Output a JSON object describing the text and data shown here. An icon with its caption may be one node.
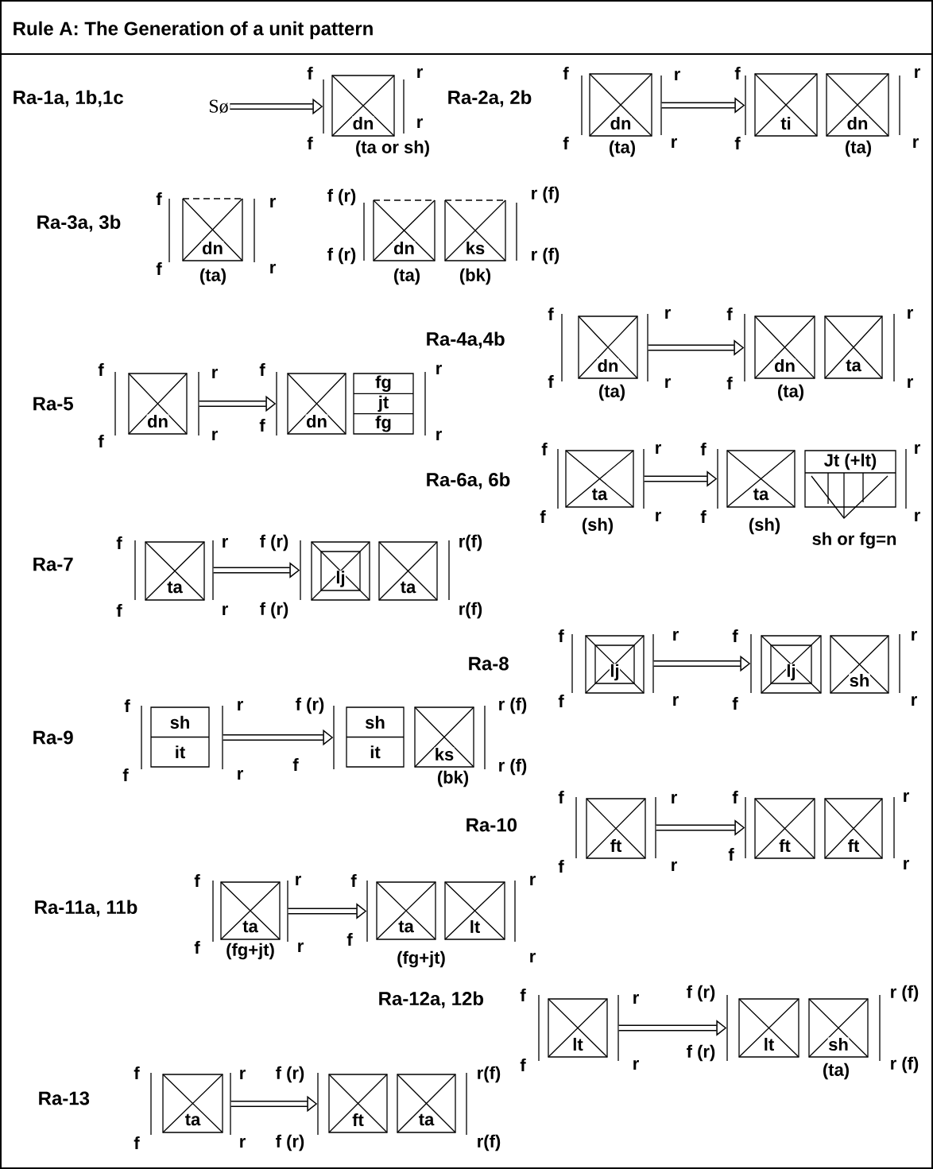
{
  "diagram": {
    "title": "Rule A: The Generation of a unit pattern",
    "nodes": [
      {
        "text": [
          "Sø"
        ]
      },
      {
        "text": [],
        "shape": "bracket",
        "beside": [
          "f",
          "f",
          "r",
          "r"
        ]
      },
      {
        "text": [
          "dn"
        ],
        "beside": [
          "(ta or sh)"
        ],
        "in": 1
      },
      {
        "text": [],
        "shape": "bracket",
        "beside": [
          "f",
          "f",
          "r",
          "r"
        ]
      },
      {
        "text": [
          "dn"
        ],
        "beside": [
          "(ta)"
        ],
        "in": 3
      },
      {
        "text": [],
        "shape": "bracket",
        "beside": [
          "f",
          "f",
          "r",
          "r"
        ]
      },
      {
        "text": [
          "ti"
        ],
        "in": 5
      },
      {
        "text": [
          "dn"
        ],
        "beside": [
          "(ta)"
        ],
        "in": 5
      },
      {
        "text": [],
        "shape": "bracket",
        "beside": [
          "f",
          "f",
          "r",
          "r"
        ]
      },
      {
        "text": [
          "dn"
        ],
        "beside": [
          "(ta)"
        ],
        "in": 8
      },
      {
        "text": [],
        "shape": "bracket",
        "beside": [
          "f (r)",
          "f (r)",
          "r (f)",
          "r (f)"
        ]
      },
      {
        "text": [
          "dn"
        ],
        "beside": [
          "(ta)"
        ],
        "in": 10
      },
      {
        "text": [
          "ks"
        ],
        "beside": [
          "(bk)"
        ],
        "in": 10
      },
      {
        "text": [],
        "shape": "bracket",
        "beside": [
          "f",
          "f",
          "r",
          "r"
        ]
      },
      {
        "text": [
          "dn"
        ],
        "beside": [
          "(ta)"
        ],
        "in": 13
      },
      {
        "text": [],
        "shape": "bracket",
        "beside": [
          "f",
          "f",
          "r",
          "r"
        ]
      },
      {
        "text": [
          "dn"
        ],
        "beside": [
          "(ta)"
        ],
        "in": 15
      },
      {
        "text": [
          "ta"
        ],
        "in": 15
      },
      {
        "text": [],
        "shape": "bracket",
        "beside": [
          "f",
          "f",
          "r",
          "r"
        ]
      },
      {
        "text": [
          "dn"
        ],
        "in": 18
      },
      {
        "text": [],
        "shape": "bracket",
        "beside": [
          "f",
          "f",
          "r",
          "r"
        ]
      },
      {
        "text": [
          "dn"
        ],
        "in": 20
      },
      {
        "text": [
          "fg",
          "jt",
          "fg"
        ],
        "in": 20
      },
      {
        "text": [],
        "shape": "bracket",
        "beside": [
          "f",
          "f",
          "r",
          "r"
        ]
      },
      {
        "text": [
          "ta"
        ],
        "beside": [
          "(sh)"
        ],
        "in": 23
      },
      {
        "text": [],
        "shape": "bracket",
        "beside": [
          "f",
          "f",
          "r",
          "r"
        ]
      },
      {
        "text": [
          "ta"
        ],
        "beside": [
          "(sh)"
        ],
        "in": 25
      },
      {
        "text": [
          "Jt (+lt)"
        ],
        "beside": [
          "sh or fg=n"
        ],
        "in": 25
      },
      {
        "text": [],
        "shape": "bracket",
        "beside": [
          "f",
          "f",
          "r",
          "r"
        ]
      },
      {
        "text": [
          "ta"
        ],
        "in": 28
      },
      {
        "text": [],
        "shape": "bracket",
        "beside": [
          "f (r)",
          "f (r)",
          "r(f)",
          "r(f)"
        ]
      },
      {
        "text": [
          "lj"
        ],
        "in": 30
      },
      {
        "text": [
          "ta"
        ],
        "in": 30
      },
      {
        "text": [],
        "shape": "bracket",
        "beside": [
          "f",
          "f",
          "r",
          "r"
        ]
      },
      {
        "text": [
          "lj"
        ],
        "in": 33
      },
      {
        "text": [],
        "shape": "bracket",
        "beside": [
          "f",
          "f",
          "r",
          "r"
        ]
      },
      {
        "text": [
          "lj"
        ],
        "in": 35
      },
      {
        "text": [
          "sh"
        ],
        "in": 35
      },
      {
        "text": [],
        "shape": "bracket",
        "beside": [
          "f",
          "f",
          "r",
          "r"
        ]
      },
      {
        "text": [
          "sh",
          "it"
        ],
        "in": 38
      },
      {
        "text": [],
        "shape": "bracket",
        "beside": [
          "f (r)",
          "f",
          "r (f)",
          "r (f)"
        ]
      },
      {
        "text": [
          "sh",
          "it"
        ],
        "in": 40
      },
      {
        "text": [
          "ks"
        ],
        "beside": [
          "(bk)"
        ],
        "in": 40
      },
      {
        "text": [],
        "shape": "bracket",
        "beside": [
          "f",
          "f",
          "r",
          "r"
        ]
      },
      {
        "text": [
          "ft"
        ],
        "in": 43
      },
      {
        "text": [],
        "shape": "bracket",
        "beside": [
          "f",
          "f",
          "r",
          "r"
        ]
      },
      {
        "text": [
          "ft"
        ],
        "in": 45
      },
      {
        "text": [
          "ft"
        ],
        "in": 45
      },
      {
        "text": [],
        "shape": "bracket",
        "beside": [
          "f",
          "f",
          "r",
          "r"
        ]
      },
      {
        "text": [
          "ta"
        ],
        "beside": [
          "(fg+jt)"
        ],
        "in": 48
      },
      {
        "text": [],
        "shape": "bracket",
        "beside": [
          "f",
          "f",
          "r",
          "r"
        ]
      },
      {
        "text": [
          "ta"
        ],
        "beside": [
          "(fg+jt)"
        ],
        "in": 50
      },
      {
        "text": [
          "lt"
        ],
        "in": 50
      },
      {
        "text": [],
        "shape": "bracket",
        "beside": [
          "f",
          "f",
          "r",
          "r"
        ]
      },
      {
        "text": [
          "lt"
        ],
        "in": 53
      },
      {
        "text": [],
        "shape": "bracket",
        "beside": [
          "f (r)",
          "f (r)",
          "r (f)",
          "r (f)"
        ]
      },
      {
        "text": [
          "lt"
        ],
        "in": 55
      },
      {
        "text": [
          "sh"
        ],
        "beside": [
          "(ta)"
        ],
        "in": 55
      },
      {
        "text": [],
        "shape": "bracket",
        "beside": [
          "f",
          "f",
          "r",
          "r"
        ]
      },
      {
        "text": [
          "ta"
        ],
        "in": 58
      },
      {
        "text": [],
        "shape": "bracket",
        "beside": [
          "f (r)",
          "f (r)",
          "r(f)",
          "r(f)"
        ]
      },
      {
        "text": [
          "ft"
        ],
        "in": 60
      },
      {
        "text": [
          "ta"
        ],
        "in": 60
      }
    ],
    "edges": [
      {
        "from": 0,
        "to": 1,
        "arrow": "to"
      },
      {
        "from": 3,
        "to": 5,
        "arrow": "to"
      },
      {
        "from": 13,
        "to": 15,
        "arrow": "to"
      },
      {
        "from": 18,
        "to": 20,
        "arrow": "to"
      },
      {
        "from": 23,
        "to": 25,
        "arrow": "to"
      },
      {
        "from": 28,
        "to": 30,
        "arrow": "to"
      },
      {
        "from": 33,
        "to": 35,
        "arrow": "to"
      },
      {
        "from": 38,
        "to": 40,
        "arrow": "to"
      },
      {
        "from": 43,
        "to": 45,
        "arrow": "to"
      },
      {
        "from": 48,
        "to": 50,
        "arrow": "to"
      },
      {
        "from": 53,
        "to": 55,
        "arrow": "to"
      },
      {
        "from": 58,
        "to": 60,
        "arrow": "to"
      }
    ],
    "labels": [
      "Ra-1a, 1b,1c",
      "Ra-2a, 2b",
      "Ra-3a, 3b",
      "Ra-4a,4b",
      "Ra-5",
      "Ra-6a, 6b",
      "Ra-7",
      "Ra-8",
      "Ra-9",
      "Ra-10",
      "Ra-11a, 11b",
      "Ra-12a, 12b",
      "Ra-13"
    ]
  }
}
